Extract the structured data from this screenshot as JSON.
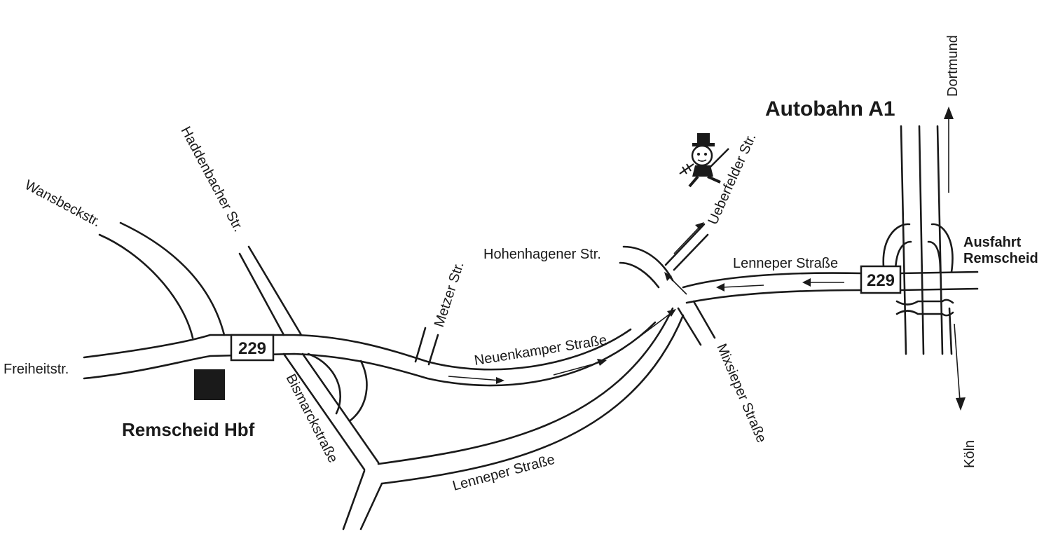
{
  "map": {
    "station": {
      "label": "Remscheid Hbf"
    },
    "route_shields": [
      "229",
      "229"
    ],
    "autobahn": {
      "label": "Autobahn A1",
      "dir_north": "Dortmund",
      "dir_south": "Köln"
    },
    "exit": {
      "line1": "Ausfahrt",
      "line2": "Remscheid"
    },
    "streets": {
      "wansbeck": "Wansbeckstr.",
      "haddenbach": "Haddenbacher Str.",
      "freiheit": "Freiheitstr.",
      "bismarck": "Bismarckstraße",
      "metzer": "Metzer Str.",
      "hohenhagen": "Hohenhagener Str.",
      "ueberfeld": "Ueberfelder Str.",
      "neuenkamp": "Neuenkamper Straße",
      "lennep_east": "Lenneper Straße",
      "mixsiep": "Mixsieper Straße",
      "lennep_south": "Lenneper Straße"
    },
    "landmark": "chimney-sweep-mascot-icon"
  }
}
